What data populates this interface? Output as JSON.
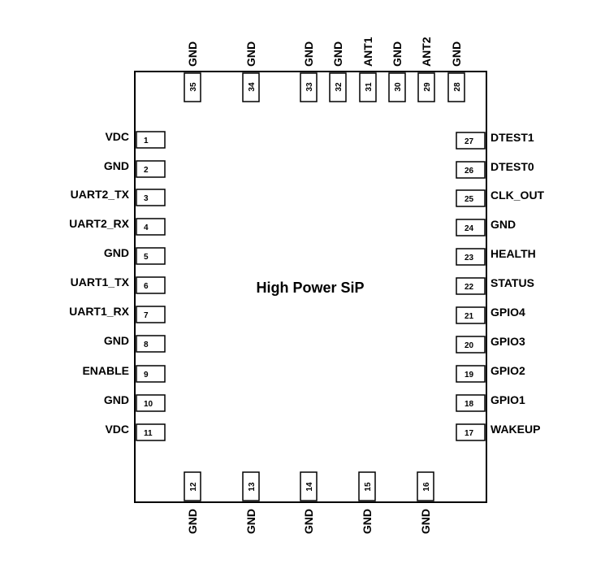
{
  "chip": {
    "title": "High Power SiP"
  },
  "pins": {
    "left": [
      {
        "num": "1",
        "label": "VDC"
      },
      {
        "num": "2",
        "label": "GND"
      },
      {
        "num": "3",
        "label": "UART2_TX"
      },
      {
        "num": "4",
        "label": "UART2_RX"
      },
      {
        "num": "5",
        "label": "GND"
      },
      {
        "num": "6",
        "label": "UART1_TX"
      },
      {
        "num": "7",
        "label": "UART1_RX"
      },
      {
        "num": "8",
        "label": "GND"
      },
      {
        "num": "9",
        "label": "ENABLE"
      },
      {
        "num": "10",
        "label": "GND"
      },
      {
        "num": "11",
        "label": "VDC"
      }
    ],
    "bottom": [
      {
        "num": "12",
        "label": "GND"
      },
      {
        "num": "13",
        "label": "GND"
      },
      {
        "num": "14",
        "label": "GND"
      },
      {
        "num": "15",
        "label": "GND"
      },
      {
        "num": "16",
        "label": "GND"
      }
    ],
    "right": [
      {
        "num": "17",
        "label": "WAKEUP"
      },
      {
        "num": "18",
        "label": "GPIO1"
      },
      {
        "num": "19",
        "label": "GPIO2"
      },
      {
        "num": "20",
        "label": "GPIO3"
      },
      {
        "num": "21",
        "label": "GPIO4"
      },
      {
        "num": "22",
        "label": "STATUS"
      },
      {
        "num": "23",
        "label": "HEALTH"
      },
      {
        "num": "24",
        "label": "GND"
      },
      {
        "num": "25",
        "label": "CLK_OUT"
      },
      {
        "num": "26",
        "label": "DTEST0"
      },
      {
        "num": "27",
        "label": "DTEST1"
      }
    ],
    "top": [
      {
        "num": "28",
        "label": "GND"
      },
      {
        "num": "29",
        "label": "ANT2"
      },
      {
        "num": "30",
        "label": "GND"
      },
      {
        "num": "31",
        "label": "ANT1"
      },
      {
        "num": "32",
        "label": "GND"
      },
      {
        "num": "33",
        "label": "GND"
      },
      {
        "num": "34",
        "label": "GND"
      },
      {
        "num": "35",
        "label": "GND"
      }
    ]
  }
}
